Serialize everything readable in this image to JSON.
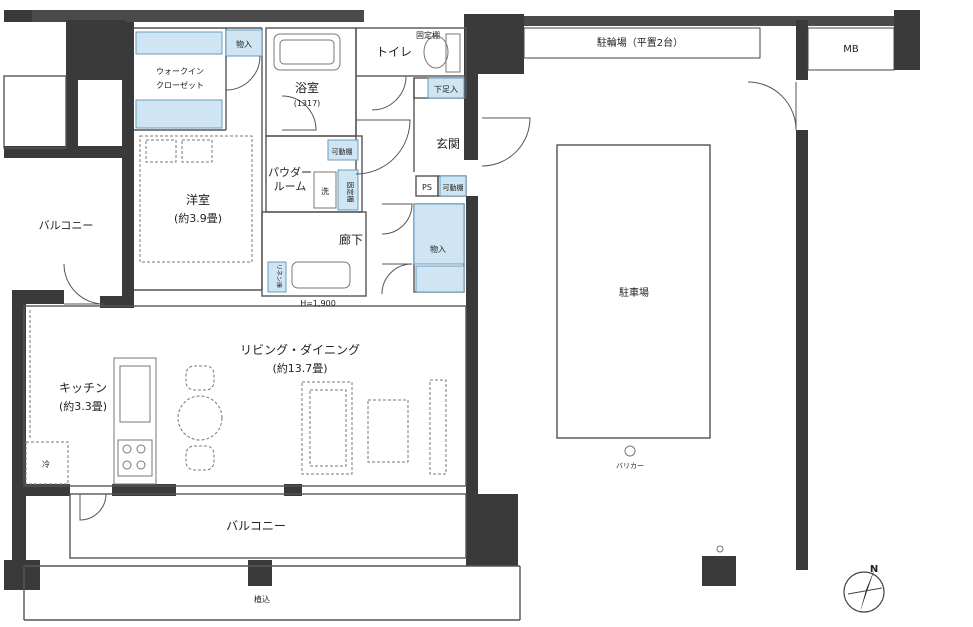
{
  "rooms": {
    "western": "洋室",
    "western_size": "(約3.9畳)",
    "walkin": "ウォークイン",
    "walkin2": "クローゼット",
    "storage_top": "物入",
    "bath": "浴室",
    "bath_size": "(1317)",
    "toilet": "トイレ",
    "fixed_shelf_top": "固定棚",
    "shoe_box": "下足入",
    "entrance": "玄関",
    "powder": "パウダー",
    "powder2": "ルーム",
    "movable_shelf_left": "可動棚",
    "washer": "洗",
    "fixed_shelf_side": "固定棚",
    "ps": "PS",
    "movable_shelf_right": "可動棚",
    "hallway": "廊下",
    "storage_hall": "物入",
    "linen": "リネン庫",
    "height_note": "H=1,900",
    "living": "リビング・ダイニング",
    "living_size": "(約13.7畳)",
    "kitchen": "キッチン",
    "kitchen_size": "(約3.3畳)",
    "fridge": "冷",
    "balcony_left": "バルコニー",
    "balcony_bottom": "バルコニー",
    "planting": "植込"
  },
  "exterior": {
    "bike_parking": "駐輪場（平置2台）",
    "mb": "MB",
    "parking": "駐車場",
    "barrier": "バリカー"
  },
  "compass": "N"
}
